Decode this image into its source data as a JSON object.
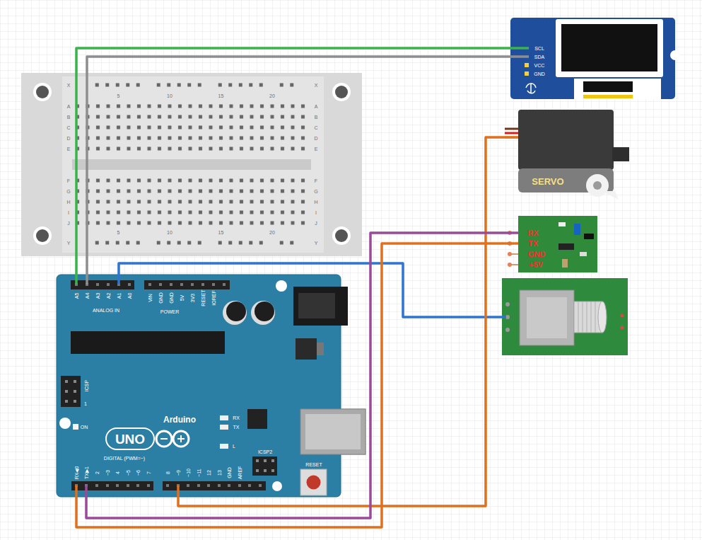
{
  "diagram": {
    "nodes": [
      {
        "text": [
          "SCL",
          "SDA",
          "VCC",
          "GND"
        ]
      },
      {
        "text": [
          "X",
          "A",
          "B",
          "C",
          "D",
          "E",
          "F",
          "G",
          "H",
          "I",
          "J",
          "Y",
          "X",
          "A",
          "B",
          "C",
          "D",
          "E",
          "F",
          "G",
          "H",
          "I",
          "J",
          "Y",
          "5",
          "10",
          "15",
          "20",
          "5",
          "10",
          "15",
          "20"
        ]
      },
      {
        "text": [
          "SERVO"
        ]
      },
      {
        "text": [
          "RX",
          "TX",
          "GND",
          "+5V"
        ]
      },
      {
        "text": [
          "A5",
          "A4",
          "A3",
          "A2",
          "A1",
          "A0",
          "ANALOG IN",
          "VIN",
          "GND",
          "GND",
          "5V",
          "3V3",
          "RESET",
          "IOREF",
          "POWER",
          "ICSP",
          "1",
          "ON",
          "UNO",
          "Arduino",
          "RX",
          "TX",
          "L",
          "ICSP2",
          "RESET",
          "DIGITAL (PWM=~)",
          "RX◀0",
          "TX▶1",
          "2",
          "~3",
          "4",
          "~5",
          "~6",
          "7",
          "8",
          "~9",
          "~10",
          "~11",
          "12",
          "13",
          "GND",
          "AREF"
        ]
      }
    ],
    "edges": [
      {
        "from": 4,
        "to": 0,
        "arrow": "none"
      },
      {
        "from": 4,
        "to": 0,
        "arrow": "none"
      },
      {
        "from": 4,
        "to": 2,
        "arrow": "none"
      },
      {
        "from": 4,
        "to": 3,
        "arrow": "none"
      },
      {
        "from": 4,
        "to": 3,
        "arrow": "none"
      }
    ]
  }
}
